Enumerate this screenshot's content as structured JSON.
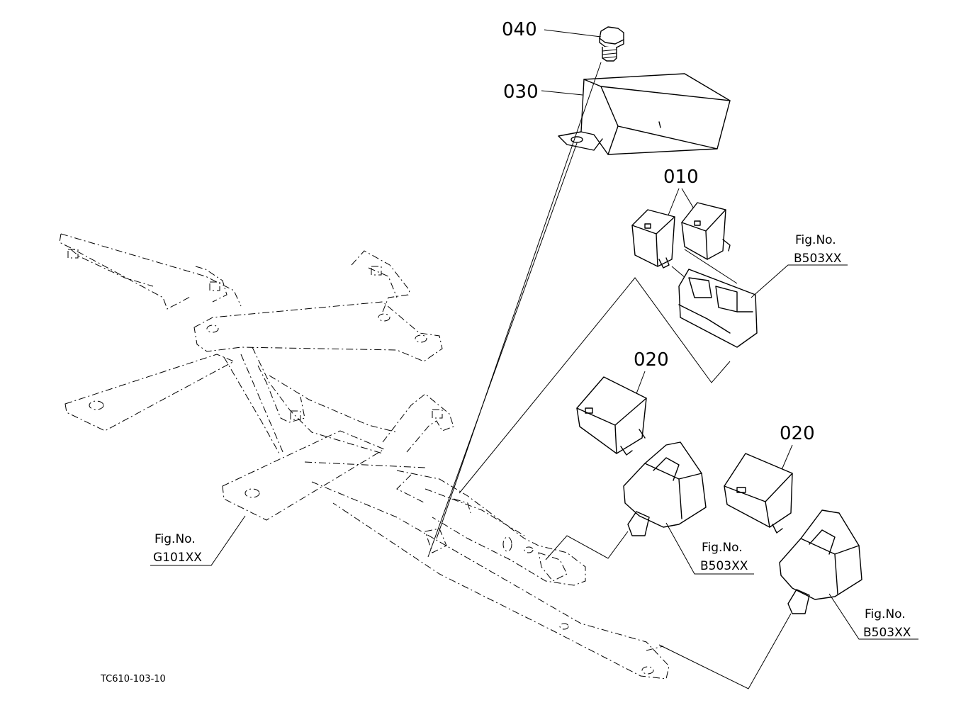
{
  "parts": {
    "p040": "040",
    "p030": "030",
    "p010": "010",
    "p020a": "020",
    "p020b": "020"
  },
  "refs": {
    "fig_label": "Fig.No.",
    "b503_top": "B503XX",
    "b503_mid": "B503XX",
    "b503_right": "B503XX",
    "g101": "G101XX"
  },
  "drawing_code": "TC610-103-10"
}
